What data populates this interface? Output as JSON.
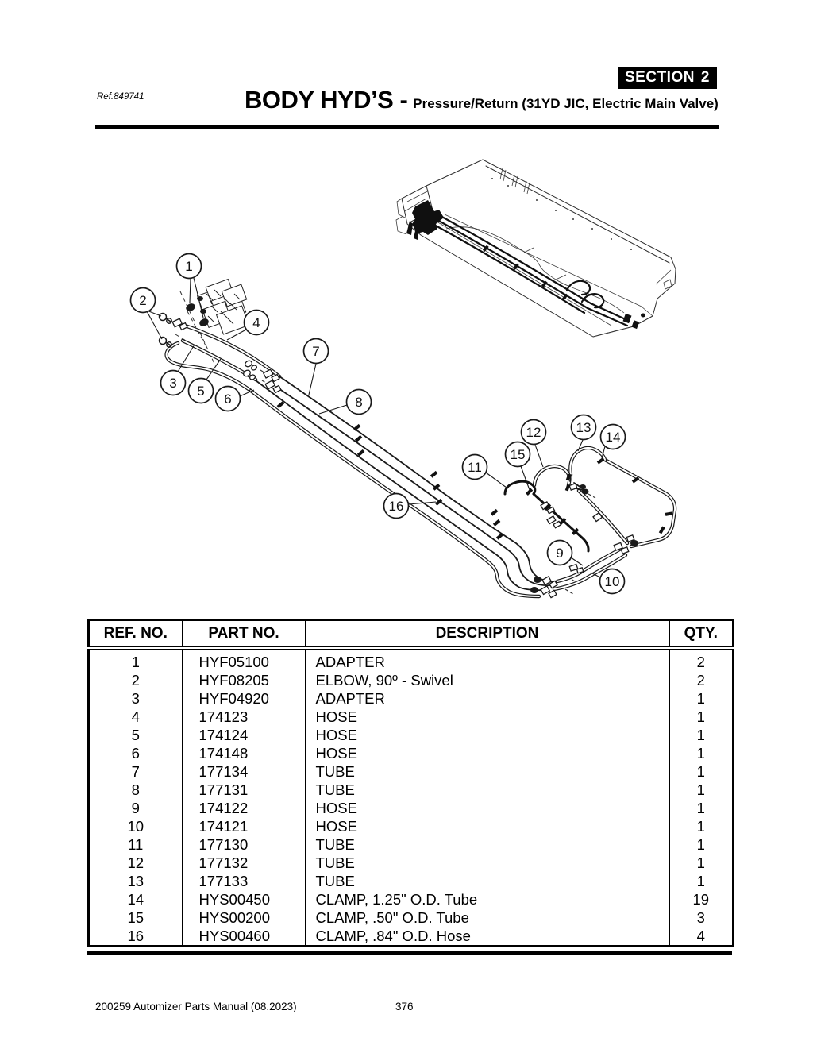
{
  "page": {
    "section_label": "SECTION",
    "section_number": "2",
    "ref_number": "Ref.849741",
    "title": "BODY HYD’S -",
    "subtitle": "Pressure/Return (31YD JIC, Electric Main Valve)",
    "footer_left": "200259 Automizer Parts Manual (08.2023)",
    "footer_page": "376"
  },
  "diagram": {
    "callouts": [
      "1",
      "2",
      "3",
      "4",
      "5",
      "6",
      "7",
      "8",
      "9",
      "10",
      "11",
      "12",
      "13",
      "14",
      "15",
      "16"
    ]
  },
  "table": {
    "headers": [
      "REF. NO.",
      "PART NO.",
      "DESCRIPTION",
      "QTY."
    ],
    "rows": [
      {
        "ref": "1",
        "part": "HYF05100",
        "desc": "ADAPTER",
        "qty": "2"
      },
      {
        "ref": "2",
        "part": "HYF08205",
        "desc": "ELBOW, 90º - Swivel",
        "qty": "2"
      },
      {
        "ref": "3",
        "part": "HYF04920",
        "desc": "ADAPTER",
        "qty": "1"
      },
      {
        "ref": "4",
        "part": "174123",
        "desc": "HOSE",
        "qty": "1"
      },
      {
        "ref": "5",
        "part": "174124",
        "desc": "HOSE",
        "qty": "1"
      },
      {
        "ref": "6",
        "part": "174148",
        "desc": "HOSE",
        "qty": "1"
      },
      {
        "ref": "7",
        "part": "177134",
        "desc": "TUBE",
        "qty": "1"
      },
      {
        "ref": "8",
        "part": "177131",
        "desc": "TUBE",
        "qty": "1"
      },
      {
        "ref": "9",
        "part": "174122",
        "desc": "HOSE",
        "qty": "1"
      },
      {
        "ref": "10",
        "part": "174121",
        "desc": "HOSE",
        "qty": "1"
      },
      {
        "ref": "11",
        "part": "177130",
        "desc": "TUBE",
        "qty": "1"
      },
      {
        "ref": "12",
        "part": "177132",
        "desc": "TUBE",
        "qty": "1"
      },
      {
        "ref": "13",
        "part": "177133",
        "desc": "TUBE",
        "qty": "1"
      },
      {
        "ref": "14",
        "part": "HYS00450",
        "desc": "CLAMP, 1.25\" O.D. Tube",
        "qty": "19"
      },
      {
        "ref": "15",
        "part": "HYS00200",
        "desc": "CLAMP, .50\" O.D. Tube",
        "qty": "3"
      },
      {
        "ref": "16",
        "part": "HYS00460",
        "desc": "CLAMP, .84\" O.D. Hose",
        "qty": "4"
      }
    ]
  }
}
